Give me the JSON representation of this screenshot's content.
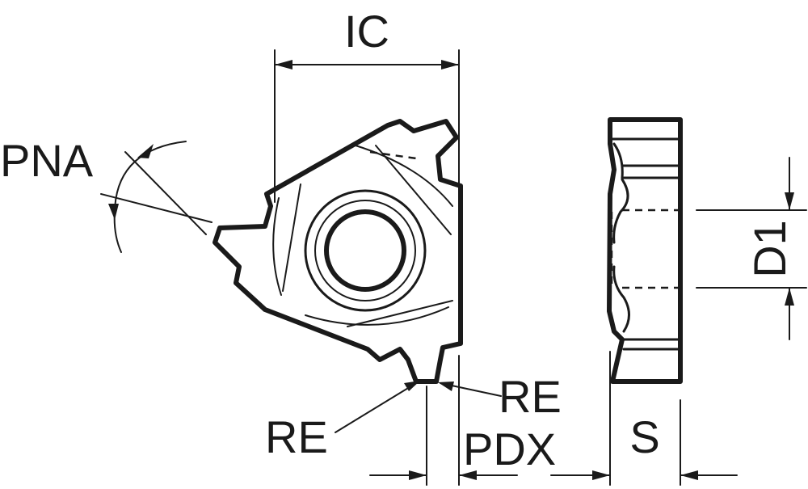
{
  "labels": {
    "ic": "IC",
    "pna": "PNA",
    "re_left": "RE",
    "re_right": "RE",
    "pdx": "PDX",
    "s": "S",
    "d1": "D1"
  }
}
